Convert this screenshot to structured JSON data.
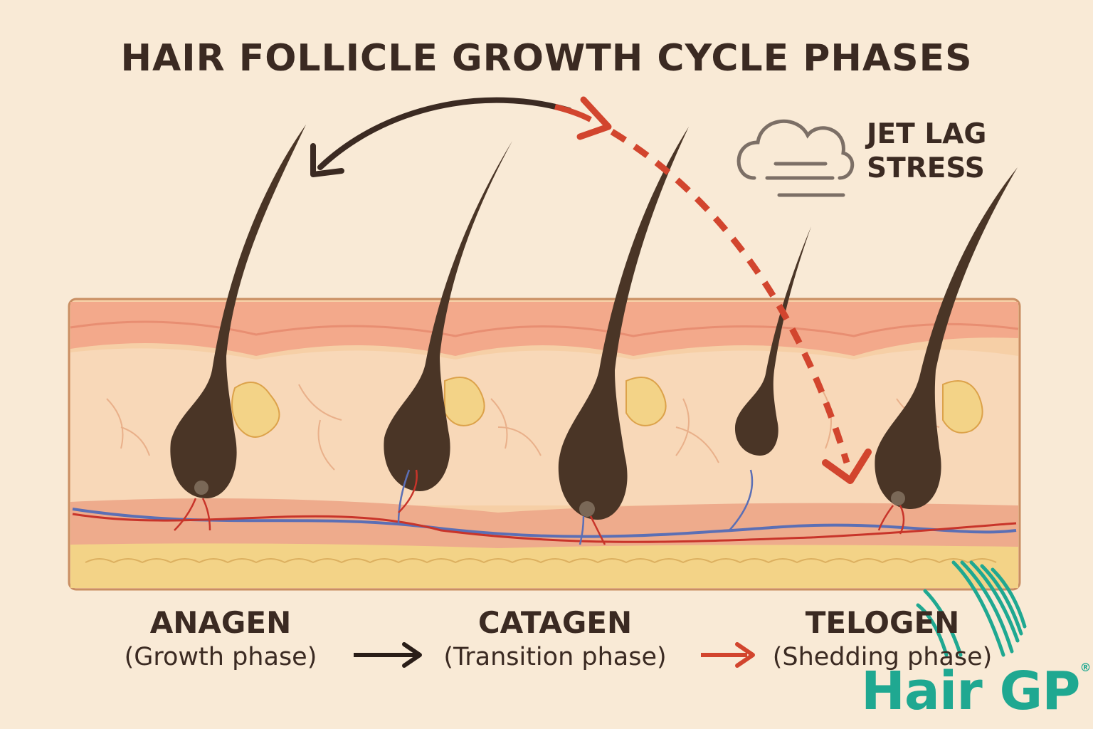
{
  "title": "HAIR FOLLICLE GROWTH CYCLE PHASES",
  "stress_label": {
    "line1": "JET LAG",
    "line2": "STRESS"
  },
  "phases": [
    {
      "name": "ANAGEN",
      "desc": "(Growth phase)"
    },
    {
      "name": "CATAGEN",
      "desc": "(Transition phase)"
    },
    {
      "name": "TELOGEN",
      "desc": "(Shedding phase)"
    }
  ],
  "logo": {
    "text": "Hair GP",
    "mark": "®"
  },
  "colors": {
    "background": "#f9ead6",
    "text": "#3b2a22",
    "accent_red": "#d2452e",
    "hair": "#4a3526",
    "vein": "#5b6fb5",
    "artery": "#c8342a",
    "fat": "#f3d387",
    "logo": "#1fa891"
  },
  "icons": [
    "cloud-icon",
    "curved-arrow-icon",
    "dashed-arrow-icon",
    "arrow-right-icon",
    "hair-brush-icon"
  ]
}
